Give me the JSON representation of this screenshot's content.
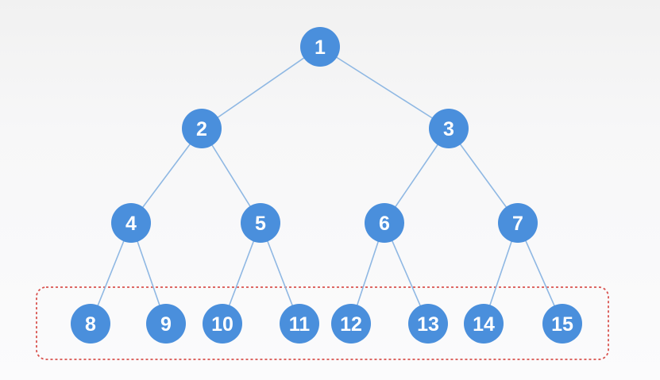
{
  "tree": {
    "nodes": [
      {
        "id": "1",
        "label": "1"
      },
      {
        "id": "2",
        "label": "2"
      },
      {
        "id": "3",
        "label": "3"
      },
      {
        "id": "4",
        "label": "4"
      },
      {
        "id": "5",
        "label": "5"
      },
      {
        "id": "6",
        "label": "6"
      },
      {
        "id": "7",
        "label": "7"
      },
      {
        "id": "8",
        "label": "8"
      },
      {
        "id": "9",
        "label": "9"
      },
      {
        "id": "10",
        "label": "10"
      },
      {
        "id": "11",
        "label": "11"
      },
      {
        "id": "12",
        "label": "12"
      },
      {
        "id": "13",
        "label": "13"
      },
      {
        "id": "14",
        "label": "14"
      },
      {
        "id": "15",
        "label": "15"
      }
    ],
    "edges": [
      [
        "1",
        "2"
      ],
      [
        "1",
        "3"
      ],
      [
        "2",
        "4"
      ],
      [
        "2",
        "5"
      ],
      [
        "3",
        "6"
      ],
      [
        "3",
        "7"
      ],
      [
        "4",
        "8"
      ],
      [
        "4",
        "9"
      ],
      [
        "5",
        "10"
      ],
      [
        "5",
        "11"
      ],
      [
        "6",
        "12"
      ],
      [
        "6",
        "13"
      ],
      [
        "7",
        "14"
      ],
      [
        "7",
        "15"
      ]
    ],
    "highlighted_group": [
      "8",
      "9",
      "10",
      "11",
      "12",
      "13",
      "14",
      "15"
    ]
  },
  "colors": {
    "node_fill": "#4a8fdc",
    "node_text": "#ffffff",
    "edge": "#8fb8e3",
    "highlight_border": "#d9534f"
  }
}
